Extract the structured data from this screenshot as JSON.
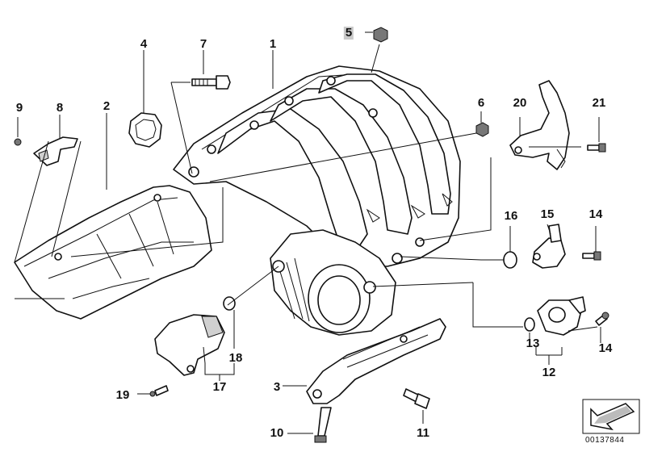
{
  "diagram": {
    "callouts": [
      {
        "id": "c1",
        "label": "1"
      },
      {
        "id": "c2",
        "label": "2"
      },
      {
        "id": "c3",
        "label": "3"
      },
      {
        "id": "c4",
        "label": "4"
      },
      {
        "id": "c5",
        "label": "5"
      },
      {
        "id": "c6",
        "label": "6"
      },
      {
        "id": "c7",
        "label": "7"
      },
      {
        "id": "c8",
        "label": "8"
      },
      {
        "id": "c9",
        "label": "9"
      },
      {
        "id": "c10",
        "label": "10"
      },
      {
        "id": "c11",
        "label": "11"
      },
      {
        "id": "c12",
        "label": "12"
      },
      {
        "id": "c13",
        "label": "13"
      },
      {
        "id": "c14a",
        "label": "14"
      },
      {
        "id": "c14b",
        "label": "14"
      },
      {
        "id": "c15",
        "label": "15"
      },
      {
        "id": "c16",
        "label": "16"
      },
      {
        "id": "c17",
        "label": "17"
      },
      {
        "id": "c18",
        "label": "18"
      },
      {
        "id": "c19",
        "label": "19"
      },
      {
        "id": "c20",
        "label": "20"
      },
      {
        "id": "c21",
        "label": "21"
      }
    ],
    "doc_number": "00137844",
    "nav_icon": "next-page-arrow-icon"
  }
}
